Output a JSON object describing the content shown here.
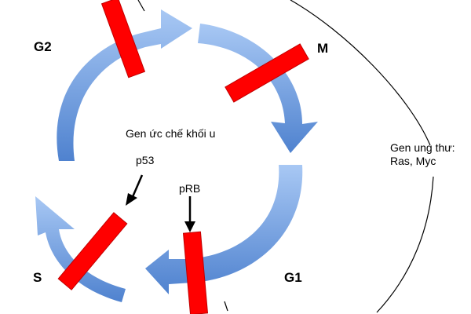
{
  "phases": {
    "g2": "G2",
    "m": "M",
    "g1": "G1",
    "s": "S"
  },
  "center_label": "Gen ức chế khối u",
  "markers": {
    "p53": "p53",
    "prb": "pRB"
  },
  "oncogene_label": {
    "line1": "Gen ung thư:",
    "line2": "Ras, Myc"
  },
  "colors": {
    "arrow_light": "#a8c8f4",
    "arrow_dark": "#4f82cf",
    "block": "#ff0000",
    "block_edge": "#c00000",
    "line": "#000000"
  }
}
